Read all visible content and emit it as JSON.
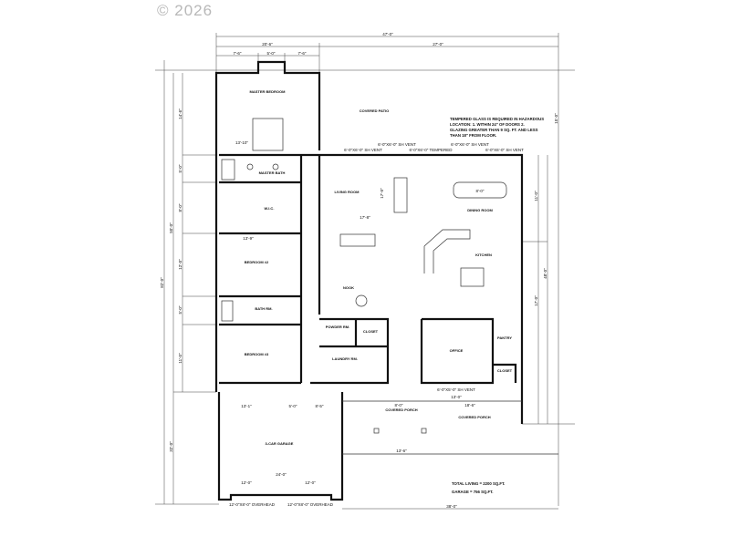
{
  "watermark": "© 2026",
  "notes": {
    "tempered_glass": [
      "TEMPERED GLASS IS REQUIRED IN HAZARDOUS",
      "LOCATION: 1. WITHIN 24\" OF DOORS 2.",
      "GLAZING GREATER THAN 9 SQ. FT. AND LESS",
      "THAN 18\" FROM FLOOR."
    ],
    "total_living": "TOTAL LIVING = 2200 SQ.FT.",
    "garage": "GARAGE = 756 SQ.FT."
  },
  "rooms": {
    "master_bedroom": "MASTER BEDROOM",
    "covered_patio": "COVERED PATIO",
    "master_bath": "MASTER BATH",
    "wic": "W.I.C.",
    "living_room": "LIVING ROOM",
    "dining_room": "DINING ROOM",
    "kitchen": "KITCHEN",
    "bedroom2": "BEDROOM #2",
    "bath": "BATH RM.",
    "bedroom3": "BEDROOM #3",
    "powder": "POWDER RM.",
    "closet1": "CLOSET",
    "laundry": "LAUNDRY RM.",
    "office": "OFFICE",
    "pantry": "PANTRY",
    "closet2": "CLOSET",
    "covered_porch1": "COVERED PORCH",
    "covered_porch2": "COVERED PORCH",
    "garage": "3-CAR GARAGE",
    "nook": "NOOK"
  },
  "dimensions": {
    "overall_width": "47'-0\"",
    "master_width": "20'-6\"",
    "patio_width": "27'-0\"",
    "top_a": "7'-6\"",
    "top_b": "5'-0\"",
    "top_c": "7'-6\"",
    "overall_depth": "82'-0\"",
    "house_depth": "50'-0\"",
    "garage_depth": "32'-0\"",
    "left_1": "14'-6\"",
    "left_2": "5'-0\"",
    "left_3": "8'-0\"",
    "left_4": "12'-0\"",
    "left_5": "5'-0\"",
    "left_6": "11'-0\"",
    "bottom_width": "38'-0\"",
    "garage_width": "24'-0\"",
    "garage_door_1": "12'-0\"",
    "garage_door_2": "12'-0\"",
    "overhead_1": "12'-0\"X8'-0\" OVERHEAD",
    "overhead_2": "12'-0\"X8'-0\" OVERHEAD",
    "living_w": "17'-8\"",
    "living_d": "17'-0\"",
    "table": "8'-0\"",
    "garage_a": "13'-1\"",
    "garage_b": "5'-0\"",
    "garage_c": "8'-5\"",
    "porch_a": "8'-0\"",
    "porch_b": "13'-6\"",
    "porch_c": "18'-6\"",
    "office_w": "13'-0\"",
    "right_1": "11'-0\"",
    "right_2": "17'-0\"",
    "master_w": "13'-10\"",
    "bed2_w": "13'-9\"",
    "right_total": "48'-0\"",
    "right_top": "15'-0\""
  },
  "windows": {
    "w1": "6'-0\"X6'-0\" SH VENT",
    "w2": "6'-0\"X6'-0\" SH VENT",
    "w3": "6'-0\"X6'-0\" TEMPERED",
    "w4": "6'-0\"X6'-0\" SH VENT",
    "w5": "6'-0\"X6'-0\" SH VENT",
    "office": "6'-0\"X5'-0\" SH VENT"
  }
}
